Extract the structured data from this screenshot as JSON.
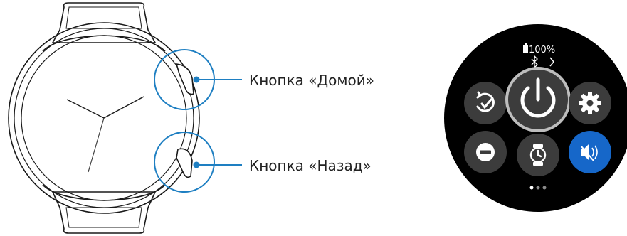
{
  "callouts": {
    "home_button_label": "Кнопка «Домой»",
    "back_button_label": "Кнопка «Назад»"
  },
  "watch_screen": {
    "battery_text": "100%",
    "status_row": {
      "bluetooth_icon": "bluetooth-icon",
      "chevron_icon": "chevron-right-icon"
    },
    "quick_panel": [
      {
        "name": "sync-check-icon",
        "active": false
      },
      {
        "name": "power-icon",
        "active": false,
        "selected": true
      },
      {
        "name": "gear-icon",
        "active": false
      },
      {
        "name": "do-not-disturb-icon",
        "active": false
      },
      {
        "name": "watch-icon",
        "active": false
      },
      {
        "name": "sound-mute-icon",
        "active": true
      }
    ],
    "page_indicator": {
      "pages": 3,
      "current": 1
    }
  },
  "colors": {
    "line": "#1a1a1a",
    "callout_accent": "#1e7fc2",
    "screen_bg": "#000000",
    "tile_bg": "#3c3c3c",
    "tile_active": "#1667c9",
    "icon": "#ffffff"
  }
}
